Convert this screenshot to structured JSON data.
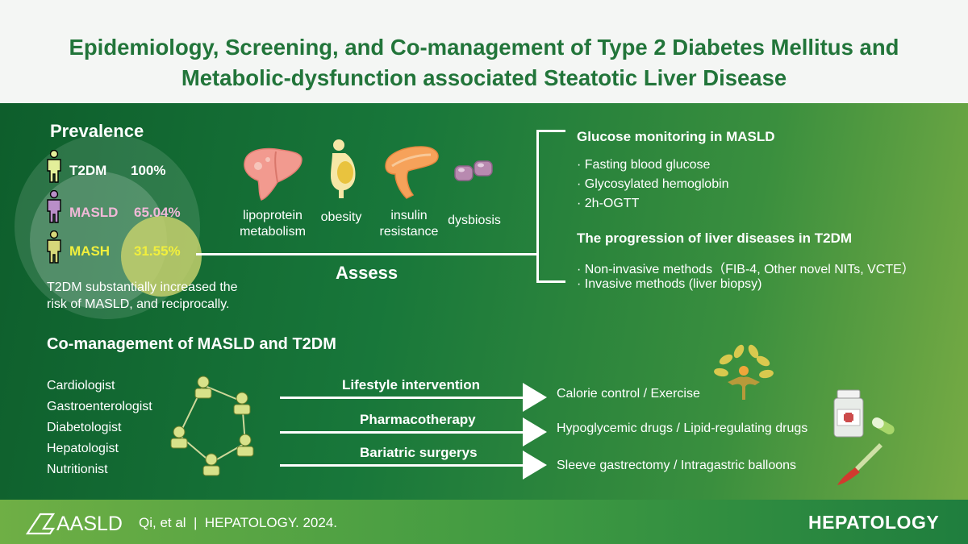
{
  "title": {
    "line1": "Epidemiology, Screening, and Co-management of Type 2 Diabetes Mellitus and",
    "line2": "Metabolic-dysfunction associated Steatotic Liver Disease"
  },
  "prevalence": {
    "heading": "Prevalence",
    "items": [
      {
        "label": "T2DM",
        "value": "100%",
        "color": "#ffffff"
      },
      {
        "label": "MASLD",
        "value": "65.04%",
        "color": "#f1b9d8"
      },
      {
        "label": "MASH",
        "value": "31.55%",
        "color": "#f1ef3d"
      }
    ],
    "note_line1": "T2DM substantially increased the",
    "note_line2": "risk of MASLD, and reciprocally."
  },
  "factors": {
    "lipoprotein": [
      "lipoprotein",
      "metabolism"
    ],
    "obesity": "obesity",
    "insulin": [
      "insulin",
      "resistance"
    ],
    "dysbiosis": "dysbiosis"
  },
  "assess_label": "Assess",
  "glucose": {
    "heading": "Glucose monitoring in MASLD",
    "items": [
      "· Fasting blood glucose",
      "· Glycosylated hemoglobin",
      "· 2h-OGTT"
    ]
  },
  "progression": {
    "heading": "The progression of liver diseases in T2DM",
    "items": [
      "· Non-invasive methods（FIB-4, Other novel NITs, VCTE）",
      "· Invasive methods (liver  biopsy)"
    ]
  },
  "comanagement": {
    "heading": "Co-management of MASLD and T2DM",
    "roles": [
      "Cardiologist",
      "Gastroenterologist",
      "Diabetologist",
      "Hepatologist",
      "Nutritionist"
    ],
    "arrows": [
      {
        "label": "Lifestyle intervention",
        "result": "Calorie control / Exercise"
      },
      {
        "label": "Pharmacotherapy",
        "result": "Hypoglycemic drugs / Lipid-regulating drugs"
      },
      {
        "label": "Bariatric surgerys",
        "result": "Sleeve gastrectomy / Intragastric balloons"
      }
    ]
  },
  "footer": {
    "logo": "AASLD",
    "citation": "Qi, et al  |  HEPATOLOGY. 2024.",
    "journal": "HEPATOLOGY"
  }
}
